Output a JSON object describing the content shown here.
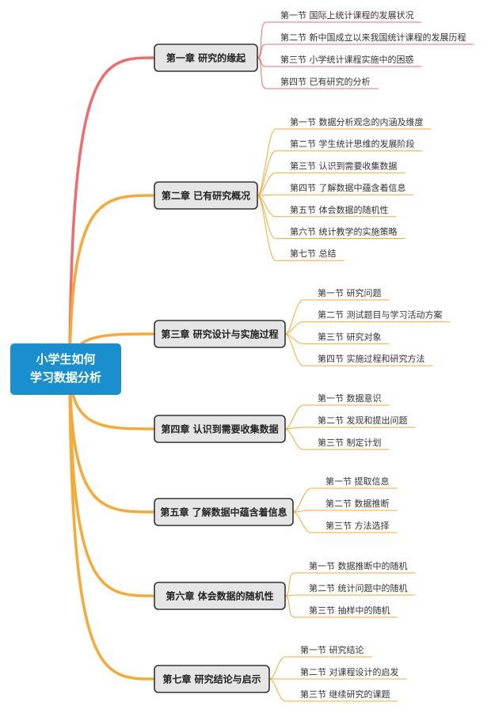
{
  "root": {
    "lines": [
      "小学生如何",
      "学习数据分析"
    ],
    "color": "#1a8fd0"
  },
  "branch_colors": {
    "first": "#f26b6b",
    "rest": "#f8a934"
  },
  "chapters": [
    {
      "title": "第一章 研究的缘起",
      "sections": [
        "第一节 国际上统计课程的发展状况",
        "第二节 新中国成立以来我国统计课程的发展历程",
        "第三节 小学统计课程实施中的困惑",
        "第四节 已有研究的分析"
      ]
    },
    {
      "title": "第二章 已有研究概况",
      "sections": [
        "第一节 数据分析观念的内涵及维度",
        "第二节 学生统计思维的发展阶段",
        "第三节 认识到需要收集数据",
        "第四节 了解数据中蕴含着信息",
        "第五节 体会数据的随机性",
        "第六节 统计教学的实施策略",
        "第七节 总结"
      ]
    },
    {
      "title": "第三章 研究设计与实施过程",
      "sections": [
        "第一节 研究问题",
        "第二节 测试题目与学习活动方案",
        "第三节 研究对象",
        "第四节 实施过程和研究方法"
      ]
    },
    {
      "title": "第四章 认识到需要收集数据",
      "sections": [
        "第一节 数据意识",
        "第二节 发现和提出问题",
        "第三节 制定计划"
      ]
    },
    {
      "title": "第五章 了解数据中蕴含着信息",
      "sections": [
        "第一节 提取信息",
        "第二节 数据推断",
        "第三节 方法选择"
      ]
    },
    {
      "title": "第六章 体会数据的随机性",
      "sections": [
        "第一节 数据推断中的随机",
        "第二节 统计问题中的随机",
        "第三节 抽样中的随机"
      ]
    },
    {
      "title": "第七章 研究结论与启示",
      "sections": [
        "第一节 研究结论",
        "第二节 对课程设计的启发",
        "第三节 继续研究的课题"
      ]
    }
  ]
}
